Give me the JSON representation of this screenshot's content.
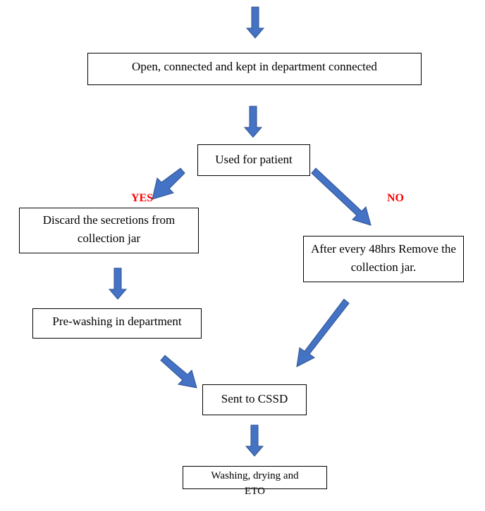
{
  "flowchart": {
    "colors": {
      "arrow_fill": "#4472C4",
      "arrow_stroke": "#2F528F",
      "branch_label": "#FF0000",
      "box_border": "#000000"
    },
    "nodes": {
      "open_connected": "Open, connected and kept in department connected",
      "used_for_patient": "Used for patient",
      "discard_secretions": "Discard the secretions from collection jar",
      "after_48hrs": "After every 48hrs Remove the collection jar.",
      "pre_washing": "Pre-washing in department",
      "sent_to_cssd": "Sent to CSSD",
      "washing_drying": "Washing, drying and ETO"
    },
    "branch_labels": {
      "yes": "YES",
      "no": "NO"
    }
  }
}
